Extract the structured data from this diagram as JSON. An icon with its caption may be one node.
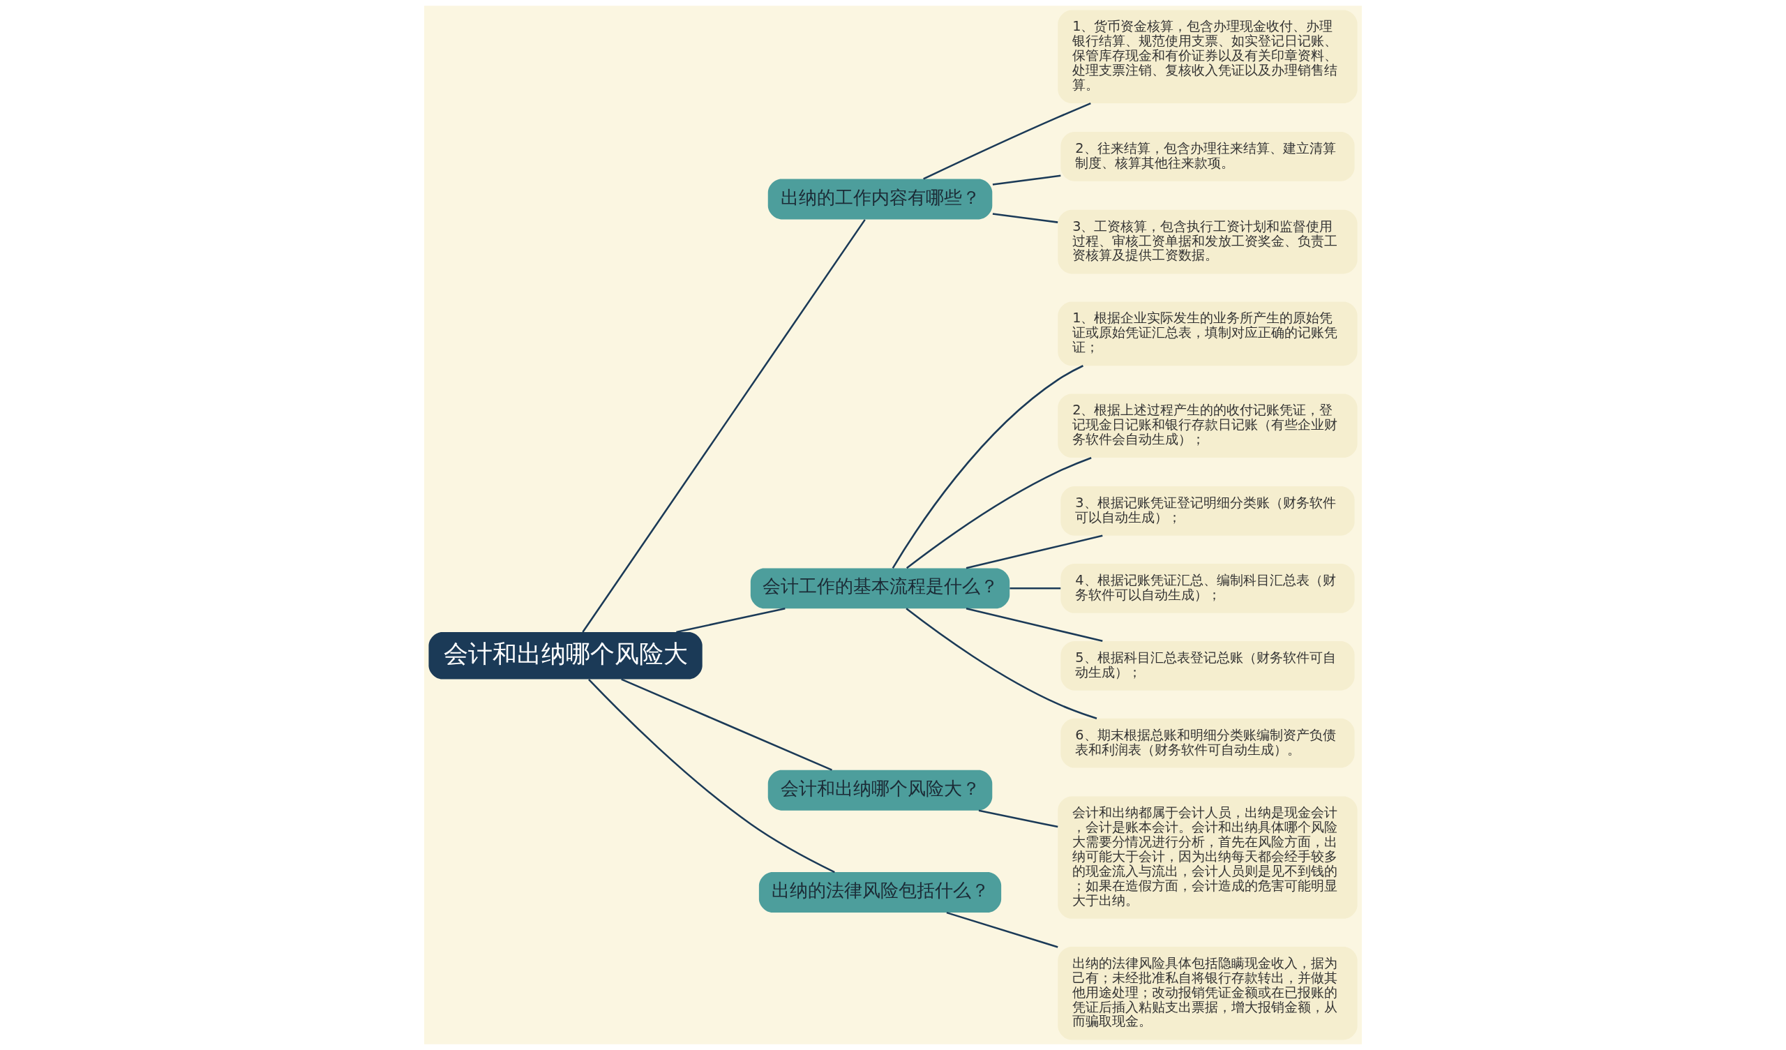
{
  "diagram": {
    "nodes": [
      {
        "text": [
          "会计和出纳哪个风险大"
        ]
      },
      {
        "text": [
          "出纳的工作内容有哪些？"
        ]
      },
      {
        "text": [
          "1、货币资金核算，包含办理现金收付、办理银行结算、规范使用支票、如实登记日记账、保管库存现金和有价证券以及有关印章资料、处理支票注销、复核收入凭证以及办理销售结算。"
        ]
      },
      {
        "text": [
          "2、往来结算，包含办理往来结算、建立清算制度、核算其他往来款项。"
        ]
      },
      {
        "text": [
          "3、工资核算，包含执行工资计划和监督使用过程、审核工资单据和发放工资奖金、负责工资核算及提供工资数据。"
        ]
      },
      {
        "text": [
          "会计工作的基本流程是什么？"
        ]
      },
      {
        "text": [
          "1、根据企业实际发生的业务所产生的原始凭证或原始凭证汇总表，填制对应正确的记账凭证；"
        ]
      },
      {
        "text": [
          "2、根据上述过程产生的的收付记账凭证，登记现金日记账和银行存款日记账（有些企业财务软件会自动生成）；"
        ]
      },
      {
        "text": [
          "3、根据记账凭证登记明细分类账（财务软件可以自动生成）；"
        ]
      },
      {
        "text": [
          "4、根据记账凭证汇总、编制科目汇总表（财务软件可以自动生成）；"
        ]
      },
      {
        "text": [
          "5、根据科目汇总表登记总账（财务软件可自动生成）；"
        ]
      },
      {
        "text": [
          "6、期末根据总账和明细分类账编制资产负债表和利润表（财务软件可自动生成）。"
        ]
      },
      {
        "text": [
          "会计和出纳哪个风险大？"
        ]
      },
      {
        "text": [
          "会计和出纳都属于会计人员，出纳是现金会计，会计是账本会计。会计和出纳具体哪个风险大需要分情况进行分析，首先在风险方面，出纳可能大于会计，因为出纳每天都会经手较多的现金流入与流出，会计人员则是见不到钱的；如果在造假方面，会计造成的危害可能明显大于出纳。"
        ]
      },
      {
        "text": [
          "出纳的法律风险包括什么？"
        ]
      },
      {
        "text": [
          "出纳的法律风险具体包括隐瞒现金收入，据为己有；未经批准私自将银行存款转出，并做其他用途处理；改动报销凭证金额或在已报账的凭证后插入粘贴支出票据，增大报销金额，从而骗取现金。"
        ]
      }
    ],
    "edges": [
      {
        "from": 0,
        "to": 1,
        "arrow": "none"
      },
      {
        "from": 1,
        "to": 2,
        "arrow": "none"
      },
      {
        "from": 1,
        "to": 3,
        "arrow": "none"
      },
      {
        "from": 1,
        "to": 4,
        "arrow": "none"
      },
      {
        "from": 0,
        "to": 5,
        "arrow": "none"
      },
      {
        "from": 5,
        "to": 6,
        "arrow": "none"
      },
      {
        "from": 5,
        "to": 7,
        "arrow": "none"
      },
      {
        "from": 5,
        "to": 8,
        "arrow": "none"
      },
      {
        "from": 5,
        "to": 9,
        "arrow": "none"
      },
      {
        "from": 5,
        "to": 10,
        "arrow": "none"
      },
      {
        "from": 5,
        "to": 11,
        "arrow": "none"
      },
      {
        "from": 0,
        "to": 12,
        "arrow": "none"
      },
      {
        "from": 12,
        "to": 13,
        "arrow": "none"
      },
      {
        "from": 0,
        "to": 14,
        "arrow": "none"
      },
      {
        "from": 14,
        "to": 15,
        "arrow": "none"
      }
    ]
  }
}
